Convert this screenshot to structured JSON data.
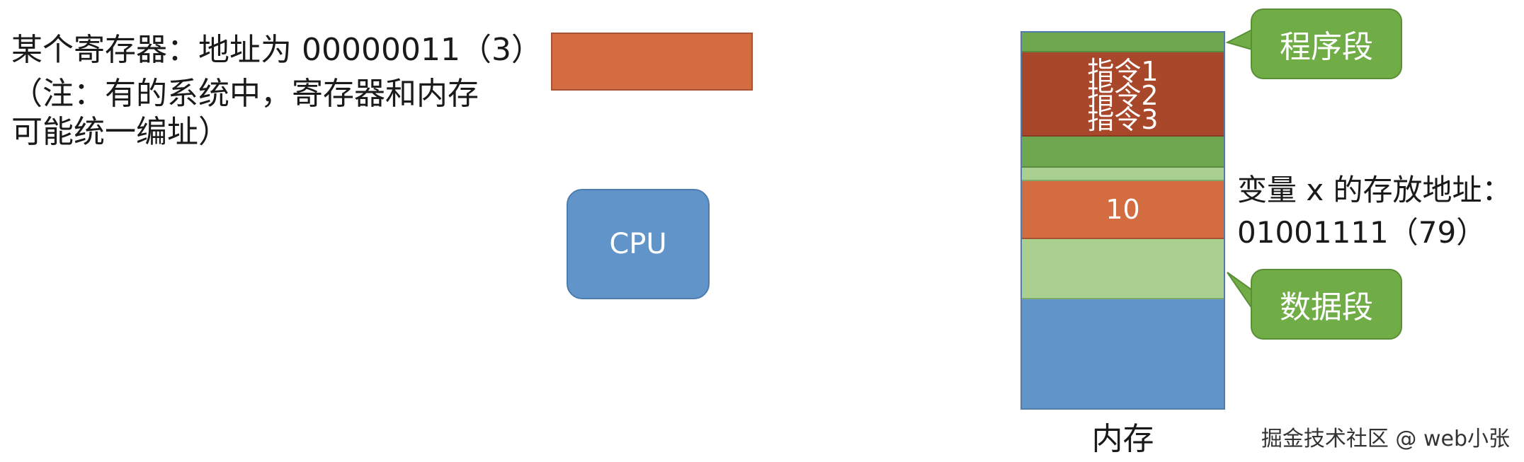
{
  "register": {
    "line1": "某个寄存器：地址为 00000011（3）",
    "line2": "（注：有的系统中，寄存器和内存",
    "line3": "可能统一编址）"
  },
  "cpu": {
    "label": "CPU"
  },
  "memory": {
    "label": "内存",
    "instructions": [
      "指令1",
      "指令2",
      "指令3"
    ],
    "variable_value": "10"
  },
  "callouts": {
    "program_segment": "程序段",
    "data_segment": "数据段"
  },
  "variable_address": {
    "line1": "变量 x 的存放地址：",
    "line2": "01001111（79）"
  },
  "watermark": "掘金技术社区 @ web小张",
  "colors": {
    "program_green": "#70ad47",
    "instruction_red": "#a9472a",
    "variable_orange": "#d36c40",
    "data_light_green": "#a9d08e",
    "memory_blue": "#6194c9",
    "cpu_blue": "#6194c9"
  }
}
